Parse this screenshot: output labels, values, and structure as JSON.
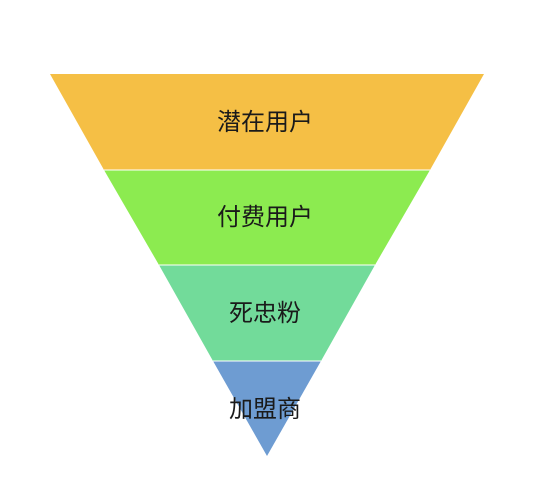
{
  "funnel": {
    "segments": [
      {
        "label": "潜在用户",
        "color": "#F5BF45"
      },
      {
        "label": "付费用户",
        "color": "#8CEB50"
      },
      {
        "label": "死忠粉",
        "color": "#72DB9A"
      },
      {
        "label": "加盟商",
        "color": "#6E9CD2"
      }
    ]
  }
}
